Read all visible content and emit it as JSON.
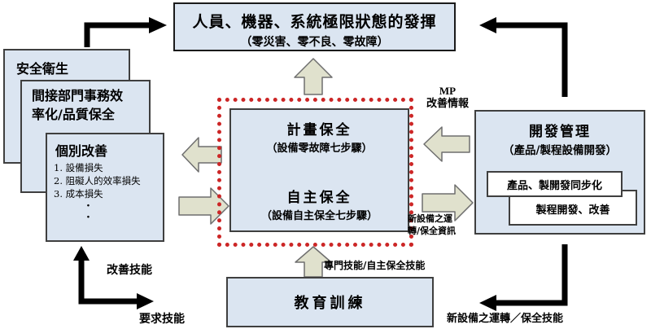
{
  "colors": {
    "box-fill": "#dbe5f1",
    "box-border": "#3f3f3f",
    "arrow-fill": "#e0e1cd",
    "arrow-stroke": "#6e6e6e",
    "dashed-border": "#cc2626",
    "connector": "#000000"
  },
  "top_box": {
    "line1": "人員、機器、系統極限狀態的發揮",
    "line2": "（零災害、零不良、零故障）"
  },
  "left_stack": {
    "box1": {
      "title": "安全衛生"
    },
    "box2": {
      "line1": "間接部門事務效",
      "line2": "率化/品質保全"
    },
    "box3": {
      "title": "個別改善",
      "items": [
        "1. 設備損失",
        "2. 阻礙人的效率損失",
        "3. 成本損失",
        "·",
        "·"
      ]
    }
  },
  "center_box": {
    "planned": {
      "title": "計畫保全",
      "subtitle": "（設備零故障七步驟）"
    },
    "autonomous": {
      "title": "自主保全",
      "subtitle": "（設備自主保全七步驟）"
    }
  },
  "right_box": {
    "title": "開發管理",
    "subtitle": "（產品/製程設備開發）",
    "inner1": "產品、製開發同步化",
    "inner2": "製程開發、改善"
  },
  "bottom_box": {
    "title": "教育訓練"
  },
  "labels": {
    "mp_line1": "MP",
    "mp_line2": "改善情報",
    "new_equipment_info_line1": "新設備之運",
    "new_equipment_info_line2": "轉/保全資訊",
    "training_skills": "專門技能/自主保全技能",
    "improvement_skill": "改善技能",
    "required_skill": "要求技能",
    "new_equipment_skill": "新設備之運轉／保全技能"
  }
}
